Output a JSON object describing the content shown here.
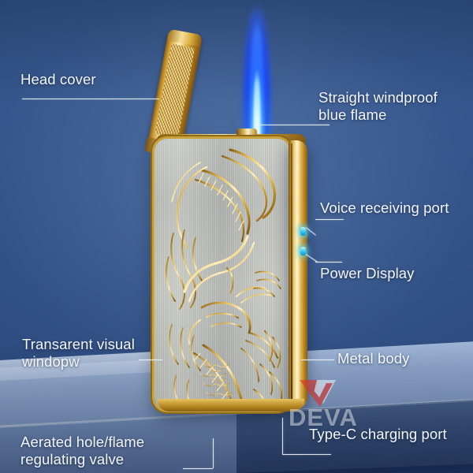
{
  "product": {
    "name": "Dragon engraved metal windproof lighter",
    "body_finish": "brushed-silver-gold-dragon",
    "accent_gold": "#e8c464",
    "background_blue": "#35568c",
    "flame_blue": "#2046f5",
    "led_cyan": "#2fc8f5"
  },
  "annotations": [
    {
      "id": "head-cover",
      "label": "Head cover"
    },
    {
      "id": "straight-flame",
      "label": "Straight windproof\nblue flame"
    },
    {
      "id": "voice-port",
      "label": "Voice receiving port"
    },
    {
      "id": "power-display",
      "label": "Power Display"
    },
    {
      "id": "metal-body",
      "label": "Metal body"
    },
    {
      "id": "visual-window",
      "label": "Transarent visual\nwindopw"
    },
    {
      "id": "type-c-port",
      "label": "Type-C charging port"
    },
    {
      "id": "aerated-hole",
      "label": "Aerated hole/flame\nregulating valve"
    }
  ],
  "watermark": {
    "text": "DEVA",
    "mark_color_primary": "#d9342b",
    "mark_color_secondary": "#f0f4fa"
  },
  "icons": {
    "flame": "flame-icon",
    "led_indicator": "led-indicator-icon",
    "checkmark_logo": "checkmark-logo-icon"
  }
}
